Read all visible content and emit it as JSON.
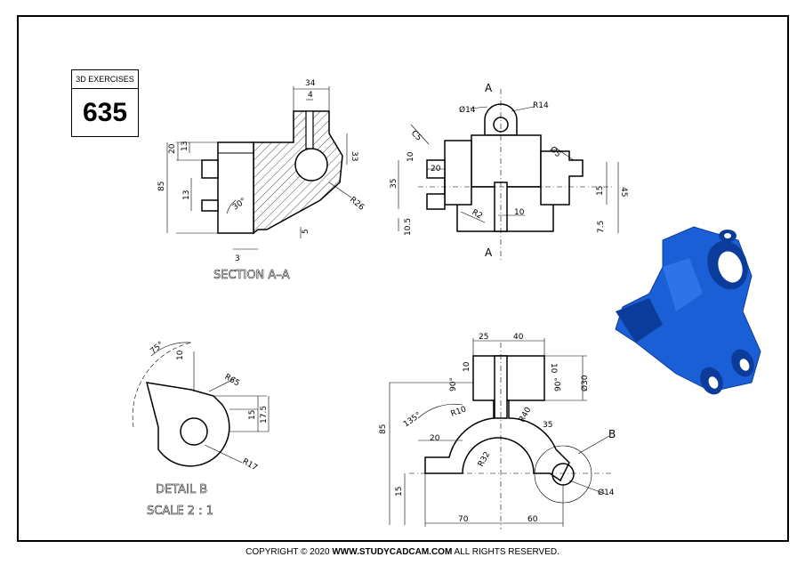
{
  "title_box": {
    "header": "3D EXERCISES",
    "number": "635"
  },
  "footer": {
    "prefix": "COPYRIGHT © 2020 ",
    "site": "WWW.STUDYCADCAM.COM",
    "suffix": " ALL RIGHTS RESERVED."
  },
  "section_view": {
    "label": "SECTION A–A",
    "dims": {
      "d34": "34",
      "d4": "4",
      "d33": "33",
      "d20": "20",
      "d13a": "13",
      "d85": "85",
      "d13b": "13",
      "d30": "30°",
      "r26": "R26",
      "d3": "3",
      "d5": "5"
    }
  },
  "top_view": {
    "cut_label_top": "A",
    "cut_label_bottom": "A",
    "dims": {
      "phi14": "Ø14",
      "r14": "R14",
      "c5": "C5",
      "phi5": "Ø5",
      "d10": "10",
      "d20": "20",
      "d35": "35",
      "r2": "R2",
      "d10b": "10",
      "d10_5": "10.5",
      "d15": "15",
      "d45": "45",
      "d7_5": "7.5"
    }
  },
  "detail_view": {
    "label": "DETAIL B",
    "scale": "SCALE 2 : 1",
    "dims": {
      "d75": "75°",
      "d10": "10",
      "r65": "R65",
      "d15": "15",
      "d17_5": "17.5",
      "r17": "R17"
    }
  },
  "front_view": {
    "callout": "B",
    "dims": {
      "d25": "25",
      "d40": "40",
      "d10a": "10",
      "d10b": "10",
      "d90a": "90°",
      "d90b": "90°",
      "phi30": "Ø30",
      "r10": "R10",
      "r40": "R40",
      "d35": "35",
      "d135": "135°",
      "d20": "20",
      "d85": "85",
      "r32": "R32",
      "d15": "15",
      "d70": "70",
      "d60": "60",
      "phi14": "Ø14"
    }
  },
  "colors": {
    "model_blue": "#1a5fd6",
    "model_dark": "#0c3c9a",
    "ink": "#000000",
    "hatch": "#000000"
  }
}
